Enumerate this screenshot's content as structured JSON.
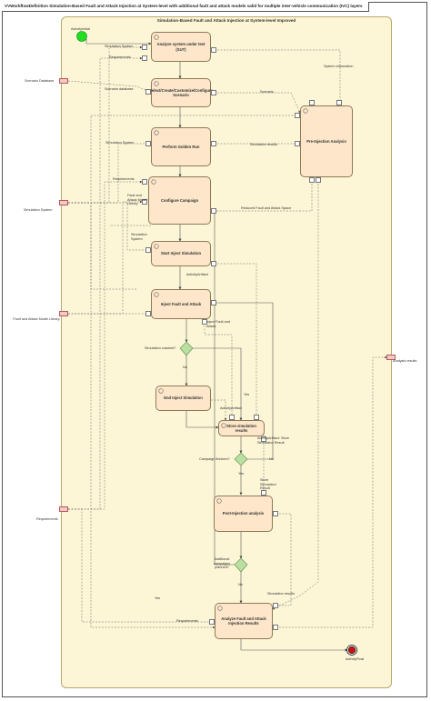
{
  "frame": {
    "title": "VVWorkflowDefinition Simulation-Based Fault and Attack Injection at System-level with additional fault and attack models valid for multiple inter-vehicle communication (IVC) layers"
  },
  "activity": {
    "title": "Simulation-Based Fault and Attack Injection at System-level Improved",
    "initial_label": "ActivityInitial",
    "final_label": "ActivityFinal"
  },
  "actions": {
    "analyze": "Analyze system under test (SUT)",
    "select": "Select/Create/Customize/Configure Scenario",
    "golden": "Perform Golden Run",
    "preinj": "Pre-Injection Analysis",
    "campaign": "Configure Campaign",
    "startinj": "Start Inject Simulation",
    "inject": "Inject Fault and Attack",
    "endinj": "End Inject Simulation",
    "store": "Store simulation results",
    "postinj": "Post-Injection analysis",
    "results": "Analyze Fault and Attack Injection Results"
  },
  "parameters": {
    "scenario_db": "Scenario Database",
    "simulation_system": "Simulation System",
    "fault_attack_lib": "Fault and Attack Model Library",
    "requirements": "Requirements",
    "analysis_results": "Analysis results"
  },
  "labels": {
    "sim_system_1": "Simulation System",
    "requirements_1": "Requirements",
    "system_info": "System information",
    "scenario_db_flow": "Scenario database",
    "scenario": "Scenario",
    "sim_system_2": "Simulation System",
    "sim_results_1": "Simulation results",
    "requirements_2": "Requirements",
    "fa_lib_flow": "Fault and Attack Model Library",
    "reduced_space": "Reduced Fault and Attack Space",
    "sim_system_3": "Simulation System",
    "activity_artifact": "ActivityArtifact",
    "inject_fa": "Inject Fault and Attack",
    "sim_crashed": "Simulation crashed?",
    "no_1": "No",
    "yes_1": "Yes",
    "activity_artifact_2": "ActivityArtifact",
    "store_artifact": "ActivityArtifact: Store Simulation Result",
    "campaign_finished": "Campaign finished?",
    "no_2": "No",
    "yes_2": "Yes",
    "store_result": "Store Simulation Result",
    "additional_campaigns": "Additional campaigns planned?",
    "no_3": "No",
    "yes_3": "Yes",
    "sim_results_2": "Simulation results",
    "requirements_3": "Requirements"
  },
  "colors": {
    "region_fill": "#fdf6d6",
    "action_fill": "#fde6c9",
    "decision_fill": "#b9dfa2",
    "initial_node": "#22dd22",
    "final_node": "#cc1111",
    "param_fill": "#f6c7c7"
  }
}
